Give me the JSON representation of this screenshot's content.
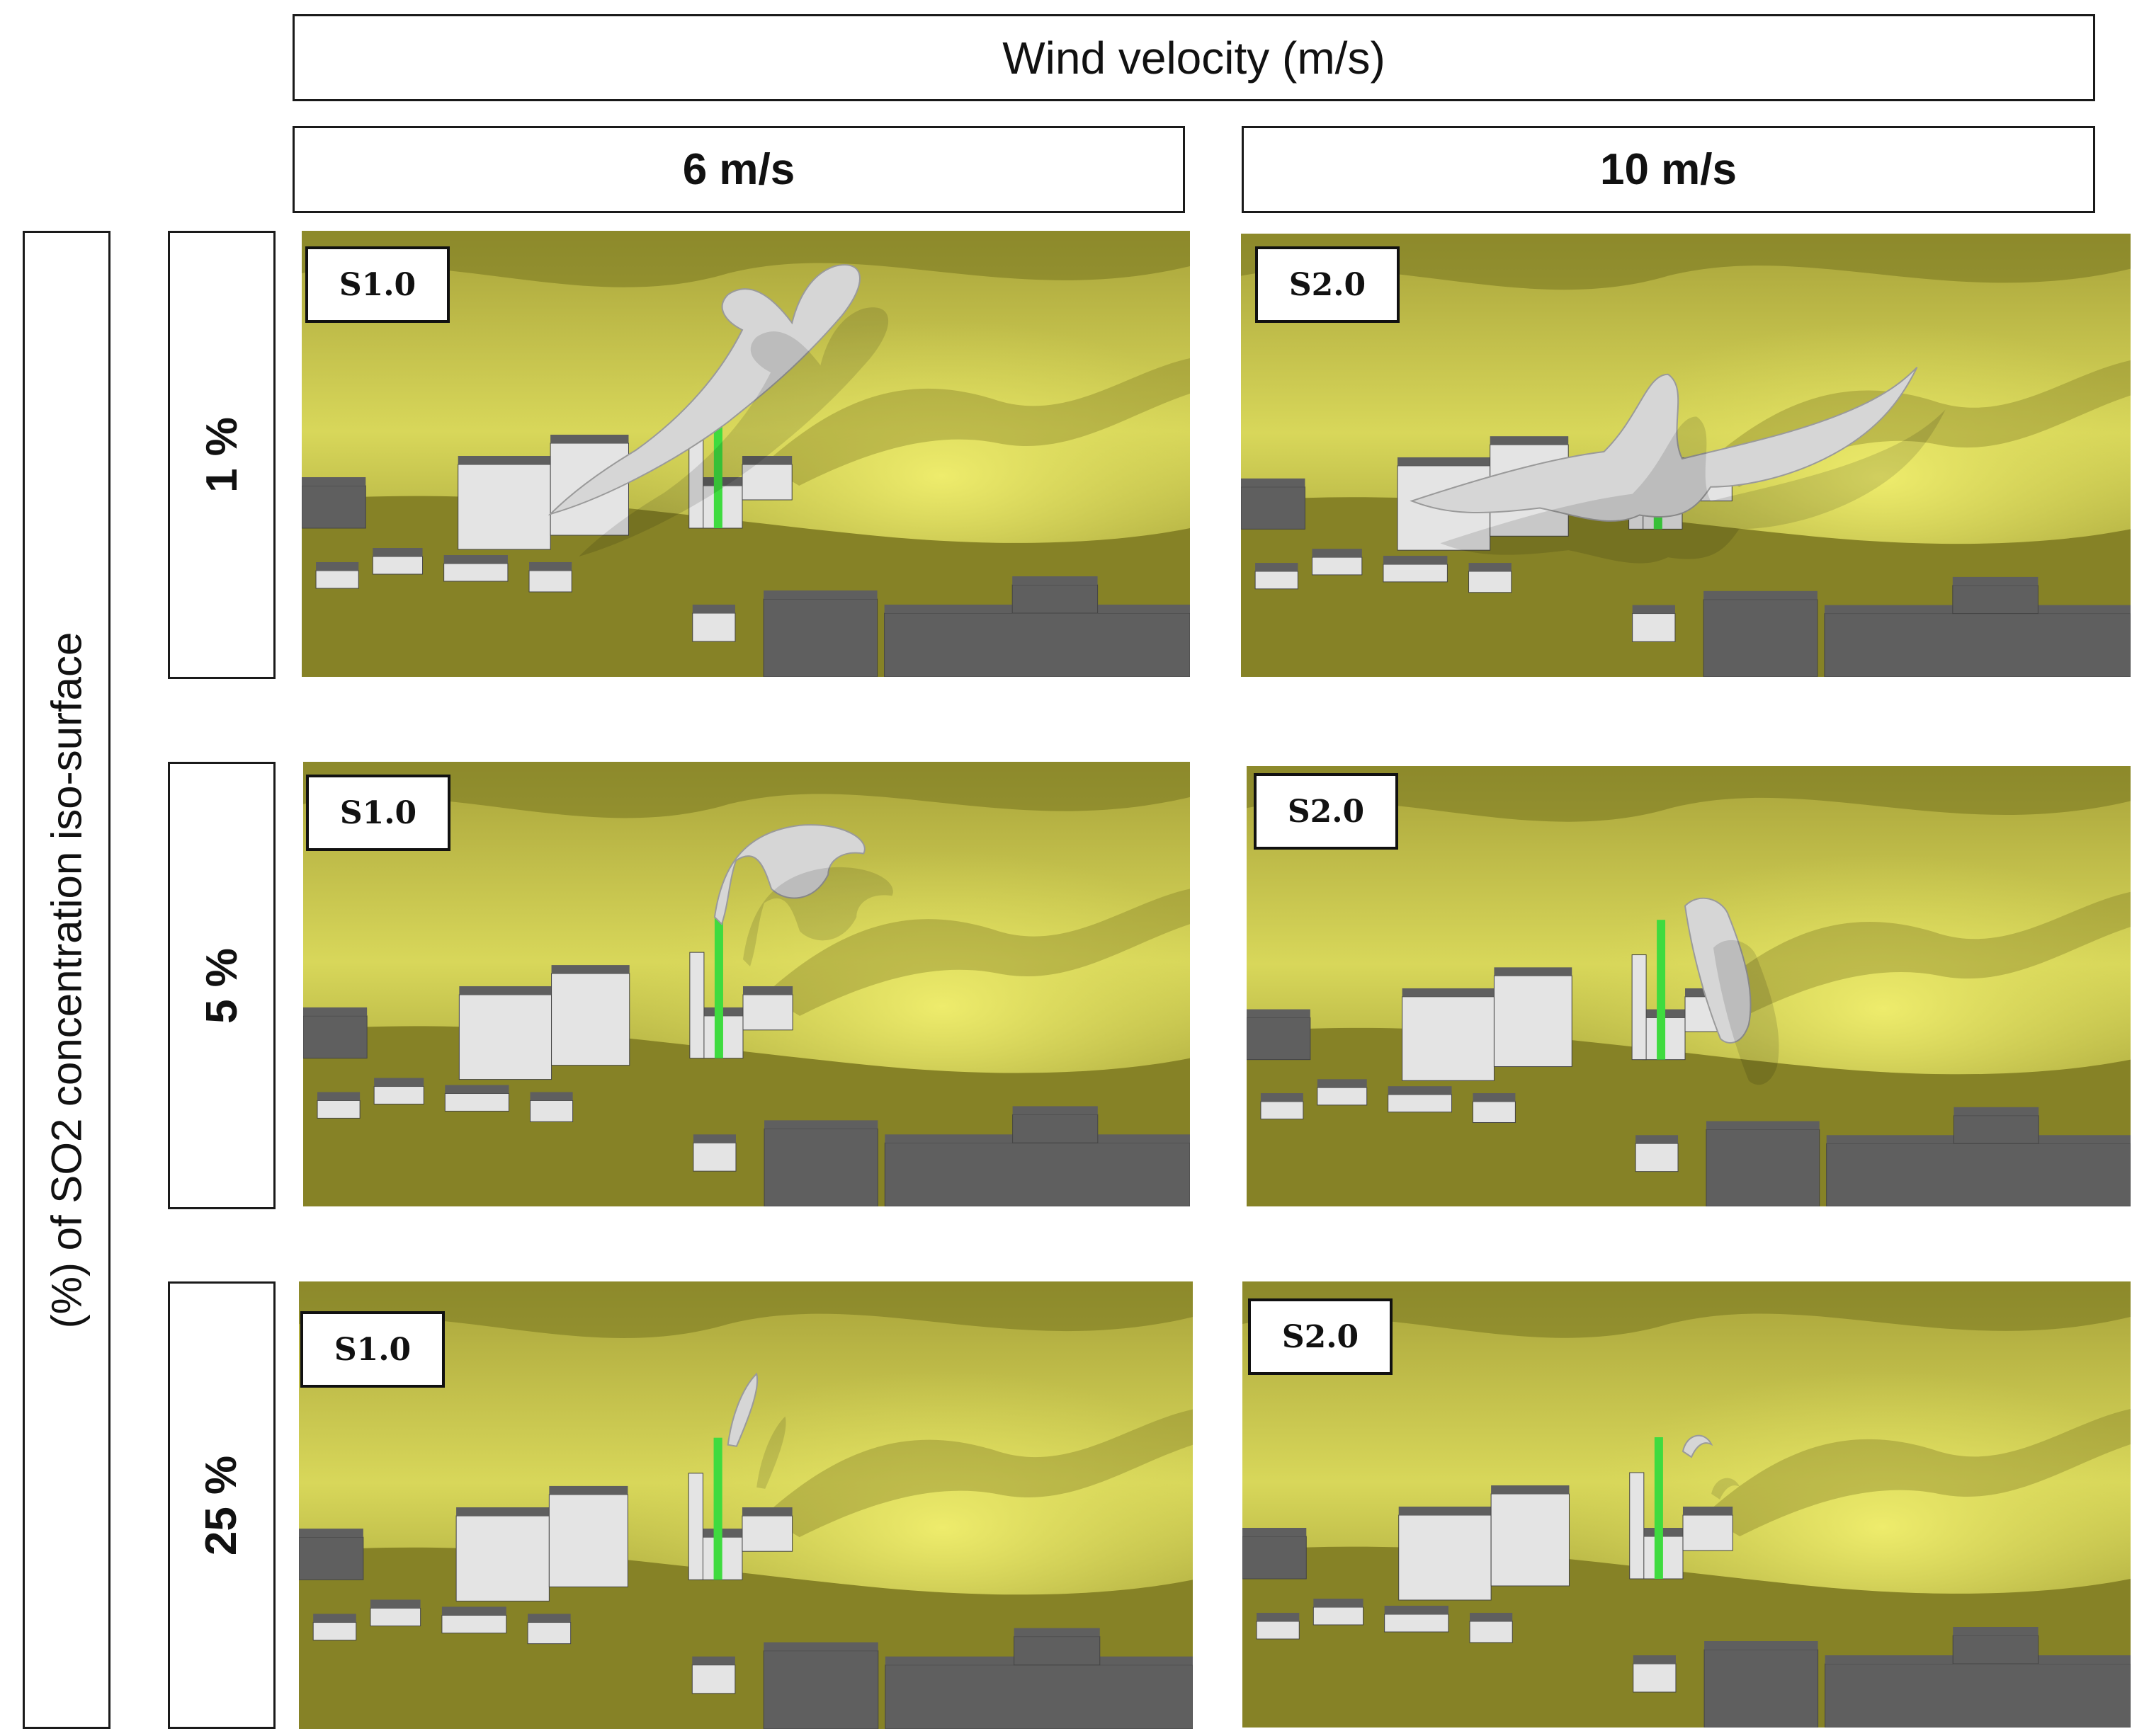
{
  "header": {
    "title": "Wind velocity (m/s)"
  },
  "columns": [
    {
      "label": "6 m/s"
    },
    {
      "label": "10 m/s"
    }
  ],
  "y_axis": {
    "title": "(%) of SO2 concentration iso-surface"
  },
  "rows": [
    {
      "label": "1 %"
    },
    {
      "label": "5 %"
    },
    {
      "label": "25 %"
    }
  ],
  "panels": [
    {
      "case": "S1.0",
      "wind": "6 m/s",
      "iso": "1 %"
    },
    {
      "case": "S2.0",
      "wind": "10 m/s",
      "iso": "1 %"
    },
    {
      "case": "S1.0",
      "wind": "6 m/s",
      "iso": "5 %"
    },
    {
      "case": "S2.0",
      "wind": "10 m/s",
      "iso": "5 %"
    },
    {
      "case": "S1.0",
      "wind": "6 m/s",
      "iso": "25 %"
    },
    {
      "case": "S2.0",
      "wind": "10 m/s",
      "iso": "25 %"
    }
  ],
  "colors": {
    "terrain_light": "#d8d75a",
    "terrain_dark": "#77741f",
    "ground": "#868226",
    "building_light": "#e4e4e4",
    "building_dark": "#5f5f5f",
    "stack": "#3fdb3f",
    "plume": "#d6d6d6"
  }
}
